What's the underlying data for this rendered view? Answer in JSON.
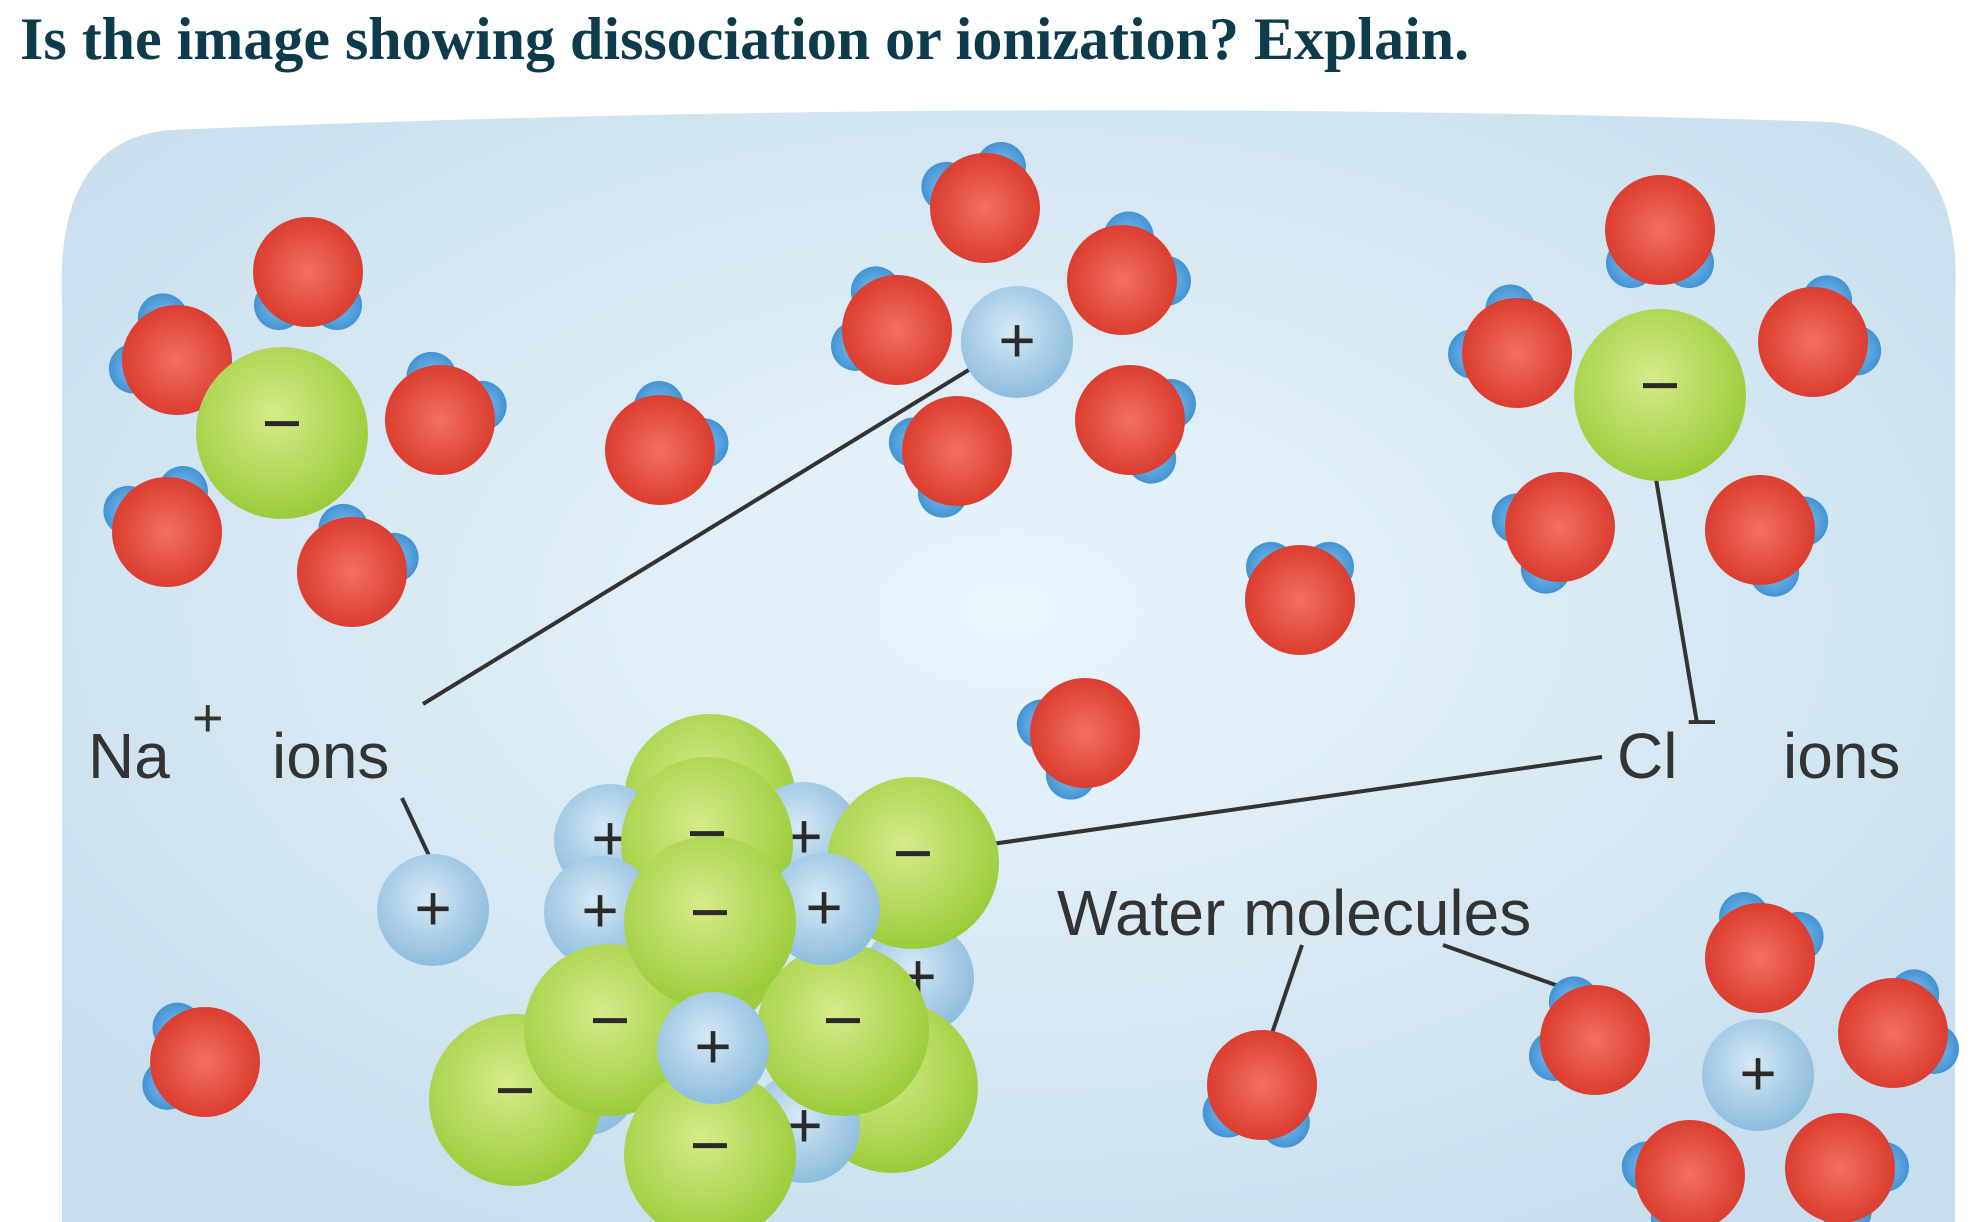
{
  "question": "Is the image showing dissociation or ionization? Explain.",
  "labels": {
    "na_symbol": "Na",
    "na_charge": "+",
    "na_suffix": "ions",
    "cl_symbol": "Cl",
    "cl_charge": "−",
    "cl_suffix": "ions",
    "water": "Water molecules"
  },
  "ion_signs": {
    "positive": "+",
    "negative": "−"
  },
  "colors": {
    "background": "#cfe4f1",
    "water_oxygen": "#e8483a",
    "water_hydrogen": "#4a9ad6",
    "sodium_ion": "#a9cde6",
    "chloride_ion": "#a8d24a",
    "leader_line": "#333333",
    "question_text": "#0d3b4c"
  }
}
